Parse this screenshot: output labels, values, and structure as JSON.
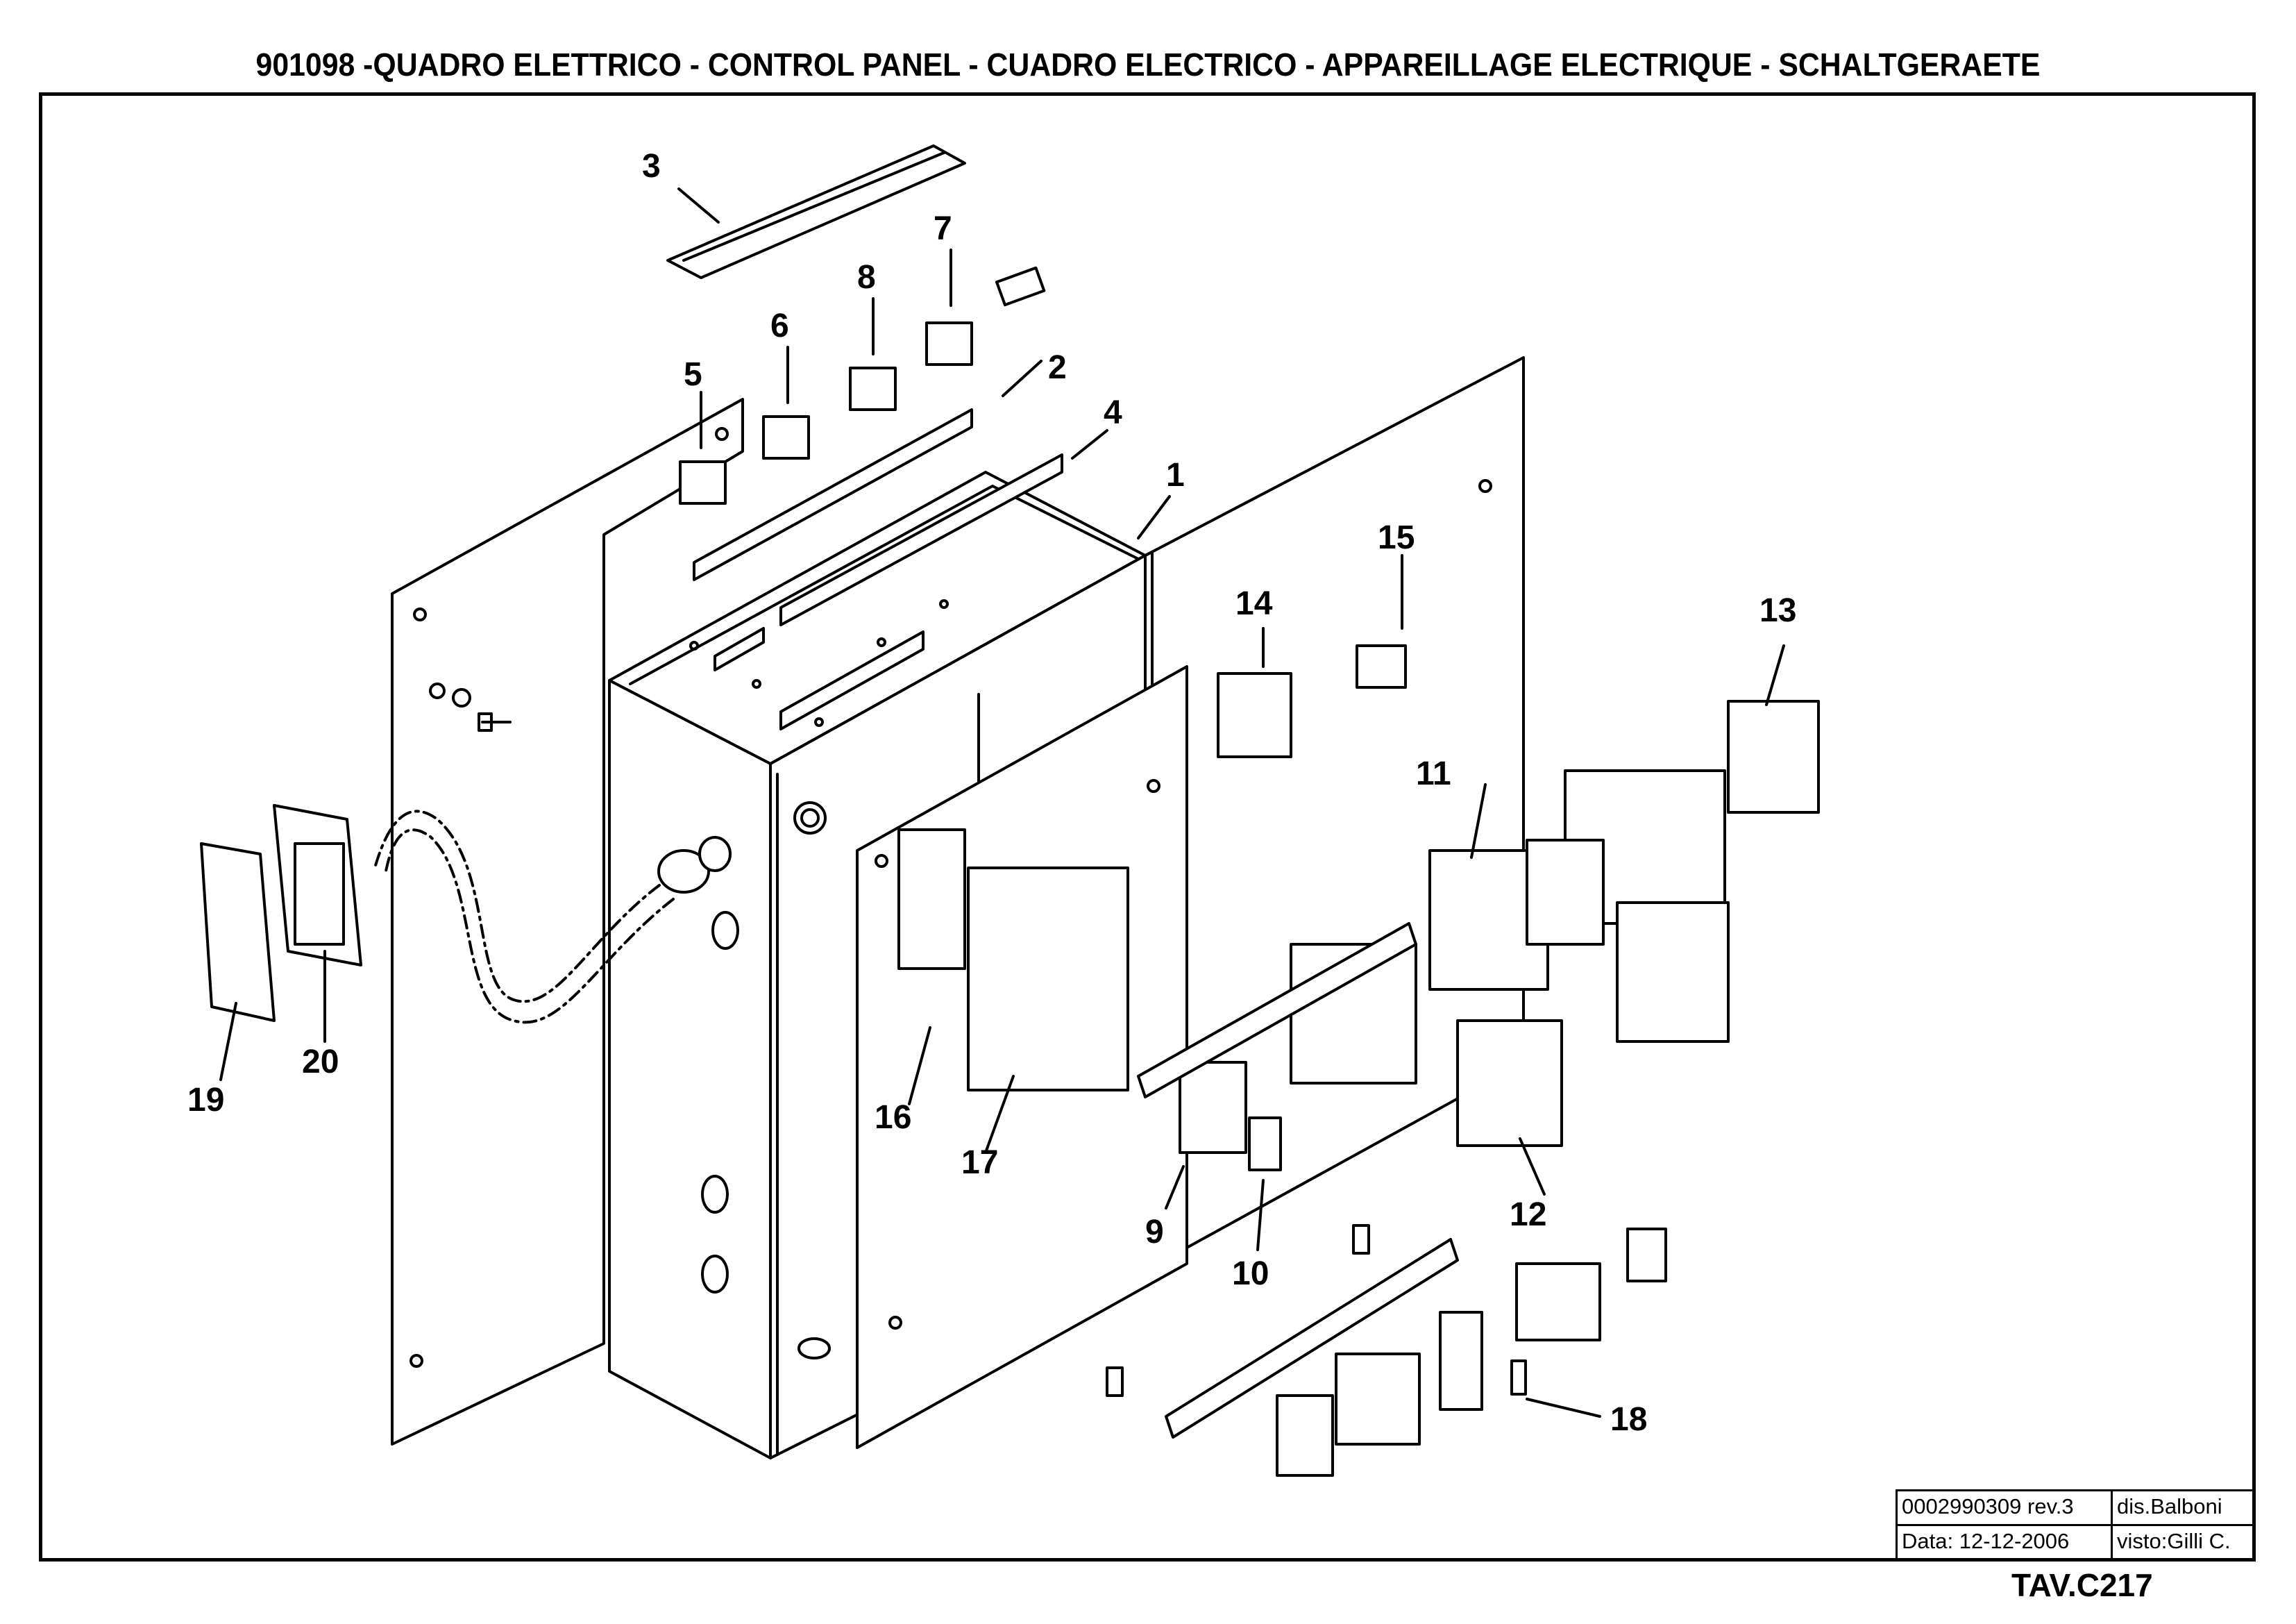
{
  "title": "901098 -QUADRO ELETTRICO - CONTROL PANEL - CUADRO ELECTRICO - APPAREILLAGE ELECTRIQUE - SCHALTGERAETE",
  "callouts": [
    "1",
    "2",
    "3",
    "4",
    "5",
    "6",
    "7",
    "8",
    "9",
    "10",
    "11",
    "12",
    "13",
    "14",
    "15",
    "16",
    "17",
    "18",
    "19",
    "20"
  ],
  "titleblock": {
    "drawing_no": "0002990309 rev.3",
    "drawn_by": "dis.Balboni",
    "date": "Data:  12-12-2006",
    "checked_by": "visto:Gilli C."
  },
  "sheet_ref": "TAV.C217"
}
